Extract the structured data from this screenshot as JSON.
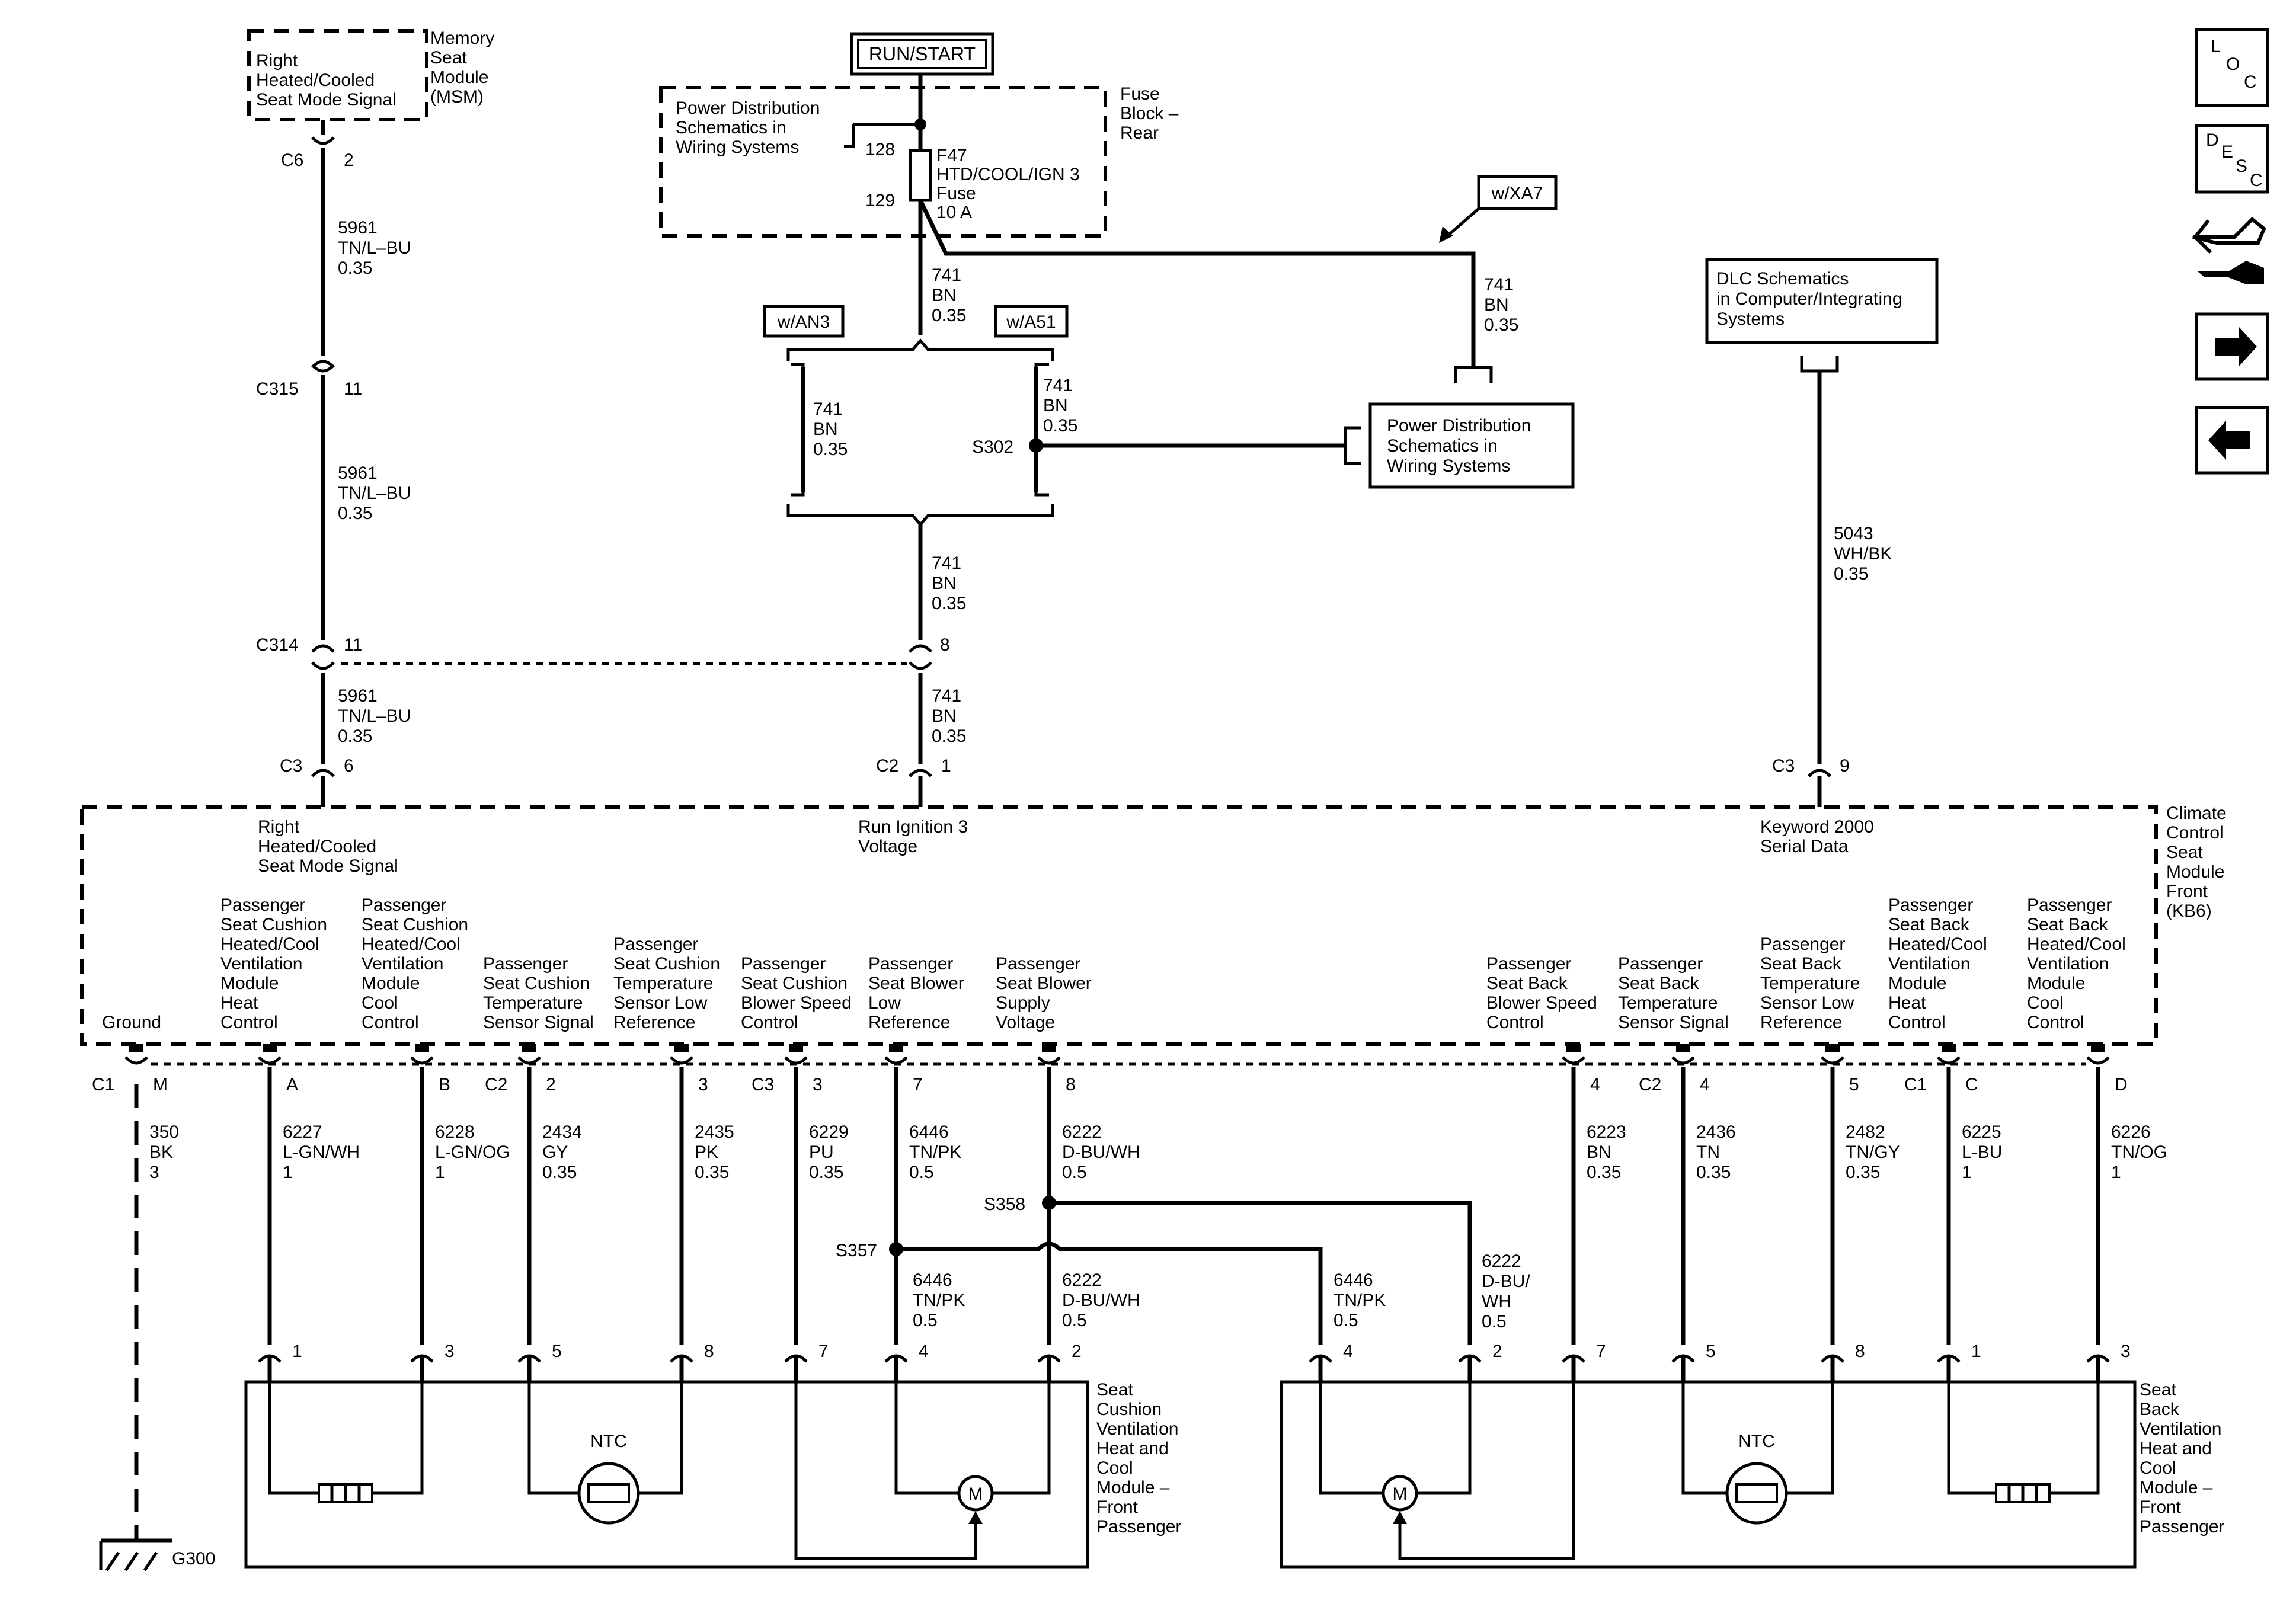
{
  "ignition": {
    "label": "RUN/START"
  },
  "fuse_block": {
    "name": [
      "Fuse",
      "Block –",
      "Rear"
    ],
    "ref_lines": [
      "Power Distribution",
      "Schematics in",
      "Wiring Systems"
    ],
    "pin_in": "128",
    "pin_out": "129",
    "fuse_label": [
      "F47",
      "HTD/COOL/IGN 3",
      "Fuse",
      "10 A"
    ]
  },
  "msm": {
    "signal": [
      "Right",
      "Heated/Cooled",
      "Seat Mode Signal"
    ],
    "module": [
      "Memory",
      "Seat",
      "Module",
      "(MSM)"
    ]
  },
  "options": {
    "xa7": "w/XA7",
    "an3": "w/AN3",
    "a51": "w/A51"
  },
  "splices": {
    "s302": "S302",
    "s357": "S357",
    "s358": "S358"
  },
  "ground": {
    "label": "G300"
  },
  "pd_ref2": [
    "Power Distribution",
    "Schematics in",
    "Wiring Systems"
  ],
  "dlc_ref": [
    "DLC Schematics",
    "in Computer/Integrating",
    "Systems"
  ],
  "connectors": {
    "c6": "C6",
    "c6_pin": "2",
    "c315": "C315",
    "c315_pin": "11",
    "c314": "C314",
    "c314_pin": "11",
    "c314_pin8": "8",
    "c3a": "C3",
    "c3a_pin": "6",
    "c2a": "C2",
    "c2a_pin": "1",
    "c3b": "C3",
    "c3b_pin": "9"
  },
  "wires": {
    "w5961": [
      "5961",
      "TN/L–BU",
      "0.35"
    ],
    "w741": [
      "741",
      "BN",
      "0.35"
    ],
    "w5043": [
      "5043",
      "WH/BK",
      "0.35"
    ]
  },
  "ccsm": {
    "module": [
      "Climate",
      "Control",
      "Seat",
      "Module",
      "Front",
      "(KB6)"
    ],
    "top_right_signal": [
      "Right",
      "Heated/Cooled",
      "Seat Mode Signal"
    ],
    "run_ign": [
      "Run Ignition 3",
      "Voltage"
    ],
    "keyword": [
      "Keyword 2000",
      "Serial Data"
    ]
  },
  "bottom_pins": [
    {
      "desc": [
        "Ground"
      ],
      "conn": "C1",
      "pin": "M",
      "wire": [
        "350",
        "BK",
        "3"
      ],
      "mpin": ""
    },
    {
      "desc": [
        "Passenger",
        "Seat Cushion",
        "Heated/Cool",
        "Ventilation",
        "Module",
        "Heat",
        "Control"
      ],
      "conn": "",
      "pin": "A",
      "wire": [
        "6227",
        "L-GN/WH",
        "1"
      ],
      "mpin": "1"
    },
    {
      "desc": [
        "Passenger",
        "Seat Cushion",
        "Heated/Cool",
        "Ventilation",
        "Module",
        "Cool",
        "Control"
      ],
      "conn": "",
      "pin": "B",
      "wire": [
        "6228",
        "L-GN/OG",
        "1"
      ],
      "mpin": "3"
    },
    {
      "desc": [
        "Passenger",
        "Seat Cushion",
        "Temperature",
        "Sensor Signal"
      ],
      "conn": "C2",
      "pin": "2",
      "wire": [
        "2434",
        "GY",
        "0.35"
      ],
      "mpin": "5"
    },
    {
      "desc": [
        "Passenger",
        "Seat Cushion",
        "Temperature",
        "Sensor Low",
        "Reference"
      ],
      "conn": "",
      "pin": "3",
      "wire": [
        "2435",
        "PK",
        "0.35"
      ],
      "mpin": "8"
    },
    {
      "desc": [
        "Passenger",
        "Seat Cushion",
        "Blower Speed",
        "Control"
      ],
      "conn": "C3",
      "pin": "3",
      "wire": [
        "6229",
        "PU",
        "0.35"
      ],
      "mpin": "7"
    },
    {
      "desc": [
        "Passenger",
        "Seat Blower",
        "Low",
        "Reference"
      ],
      "conn": "",
      "pin": "7",
      "wire": [
        "6446",
        "TN/PK",
        "0.5"
      ],
      "mpin": "4"
    },
    {
      "desc": [
        "Passenger",
        "Seat Blower",
        "Supply",
        "Voltage"
      ],
      "conn": "",
      "pin": "8",
      "wire": [
        "6222",
        "D-BU/WH",
        "0.5"
      ],
      "mpin": "2"
    },
    {
      "desc": [
        "Passenger",
        "Seat Back",
        "Blower Speed",
        "Control"
      ],
      "conn": "",
      "pin": "4",
      "wire": [
        "6223",
        "BN",
        "0.35"
      ],
      "mpin": "7"
    },
    {
      "desc": [
        "Passenger",
        "Seat Back",
        "Temperature",
        "Sensor Signal"
      ],
      "conn": "C2",
      "pin": "4",
      "wire": [
        "2436",
        "TN",
        "0.35"
      ],
      "mpin": "5"
    },
    {
      "desc": [
        "Passenger",
        "Seat Back",
        "Temperature",
        "Sensor Low",
        "Reference"
      ],
      "conn": "",
      "pin": "5",
      "wire": [
        "2482",
        "TN/GY",
        "0.35"
      ],
      "mpin": "8"
    },
    {
      "desc": [
        "Passenger",
        "Seat Back",
        "Heated/Cool",
        "Ventilation",
        "Module",
        "Heat",
        "Control"
      ],
      "conn": "C1",
      "pin": "C",
      "wire": [
        "6225",
        "L-BU",
        "1"
      ],
      "mpin": "1"
    },
    {
      "desc": [
        "Passenger",
        "Seat Back",
        "Heated/Cool",
        "Ventilation",
        "Module",
        "Cool",
        "Control"
      ],
      "conn": "",
      "pin": "D",
      "wire": [
        "6226",
        "TN/OG",
        "1"
      ],
      "mpin": "3"
    }
  ],
  "splice_wires": {
    "a": [
      "6446",
      "TN/PK",
      "0.5"
    ],
    "b": [
      "6222",
      "D-BU/WH",
      "0.5"
    ],
    "c": [
      "6446",
      "TN/PK",
      "0.5"
    ],
    "d": [
      "6222",
      "D-BU/",
      "WH",
      "0.5"
    ]
  },
  "modules": {
    "cushion": [
      "Seat",
      "Cushion",
      "Ventilation",
      "Heat and",
      "Cool",
      "Module –",
      "Front",
      "Passenger"
    ],
    "back": [
      "Seat",
      "Back",
      "Ventilation",
      "Heat and",
      "Cool",
      "Module –",
      "Front",
      "Passenger"
    ],
    "ntc": "NTC",
    "motor": "M"
  },
  "nav_icons": [
    {
      "name": "loc-icon",
      "text": "LOC"
    },
    {
      "name": "desc-icon",
      "text": "DESC"
    },
    {
      "name": "connector-view-icon",
      "text": ""
    },
    {
      "name": "next-page-icon",
      "text": ""
    },
    {
      "name": "previous-page-icon",
      "text": ""
    }
  ]
}
